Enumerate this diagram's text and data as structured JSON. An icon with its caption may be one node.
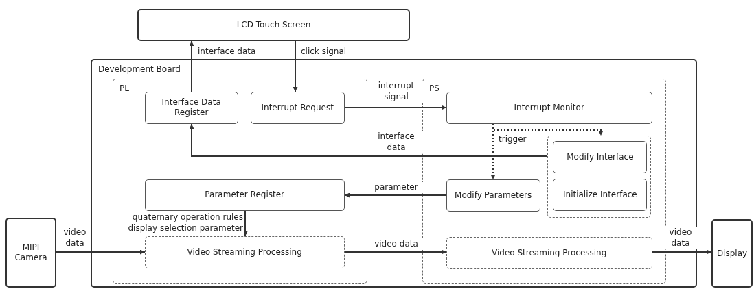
{
  "diagram": {
    "nodes": [
      {
        "text": [
          "LCD Touch Screen"
        ]
      },
      {
        "text": [
          "Development Board"
        ]
      },
      {
        "text": [
          "PL"
        ],
        "in": 1
      },
      {
        "text": [
          "Interface Data Register"
        ],
        "in": 2
      },
      {
        "text": [
          "Interrupt Request"
        ],
        "in": 2
      },
      {
        "text": [
          "Parameter Register"
        ],
        "in": 2
      },
      {
        "text": [
          "Video Streaming Processing"
        ],
        "in": 2
      },
      {
        "text": [
          "PS"
        ],
        "in": 1
      },
      {
        "text": [
          "Interrupt Monitor"
        ],
        "in": 7
      },
      {
        "text": [],
        "shape": "box",
        "in": 7
      },
      {
        "text": [
          "Modify Interface"
        ],
        "in": 9
      },
      {
        "text": [
          "Initialize Interface"
        ],
        "in": 9
      },
      {
        "text": [
          "Modify Parameters"
        ],
        "in": 7
      },
      {
        "text": [
          "Video Streaming Processing"
        ],
        "in": 7
      },
      {
        "text": [
          "MIPI Camera"
        ]
      },
      {
        "text": [
          "Display"
        ]
      }
    ],
    "edges": [
      {
        "from": 3,
        "to": 0,
        "arrow": "to",
        "label": "interface data"
      },
      {
        "from": 0,
        "to": 4,
        "arrow": "to",
        "label": "click signal"
      },
      {
        "from": 4,
        "to": 8,
        "arrow": "to",
        "label": "interrupt signal"
      },
      {
        "from": 8,
        "to": 9,
        "arrow": "to",
        "style": "dashed"
      },
      {
        "from": 8,
        "to": 12,
        "arrow": "to",
        "style": "dashed",
        "label": "trigger"
      },
      {
        "from": 9,
        "to": 3,
        "arrow": "to",
        "label": "interface data"
      },
      {
        "from": 12,
        "to": 5,
        "arrow": "to",
        "label": "parameter"
      },
      {
        "from": 5,
        "to": 6,
        "arrow": "to",
        "label": "quaternary operation rules display selection parameter"
      },
      {
        "from": 14,
        "to": 6,
        "arrow": "to",
        "label": "video data"
      },
      {
        "from": 6,
        "to": 13,
        "arrow": "to",
        "label": "video data"
      },
      {
        "from": 13,
        "to": 15,
        "arrow": "to",
        "label": "video data"
      }
    ]
  }
}
